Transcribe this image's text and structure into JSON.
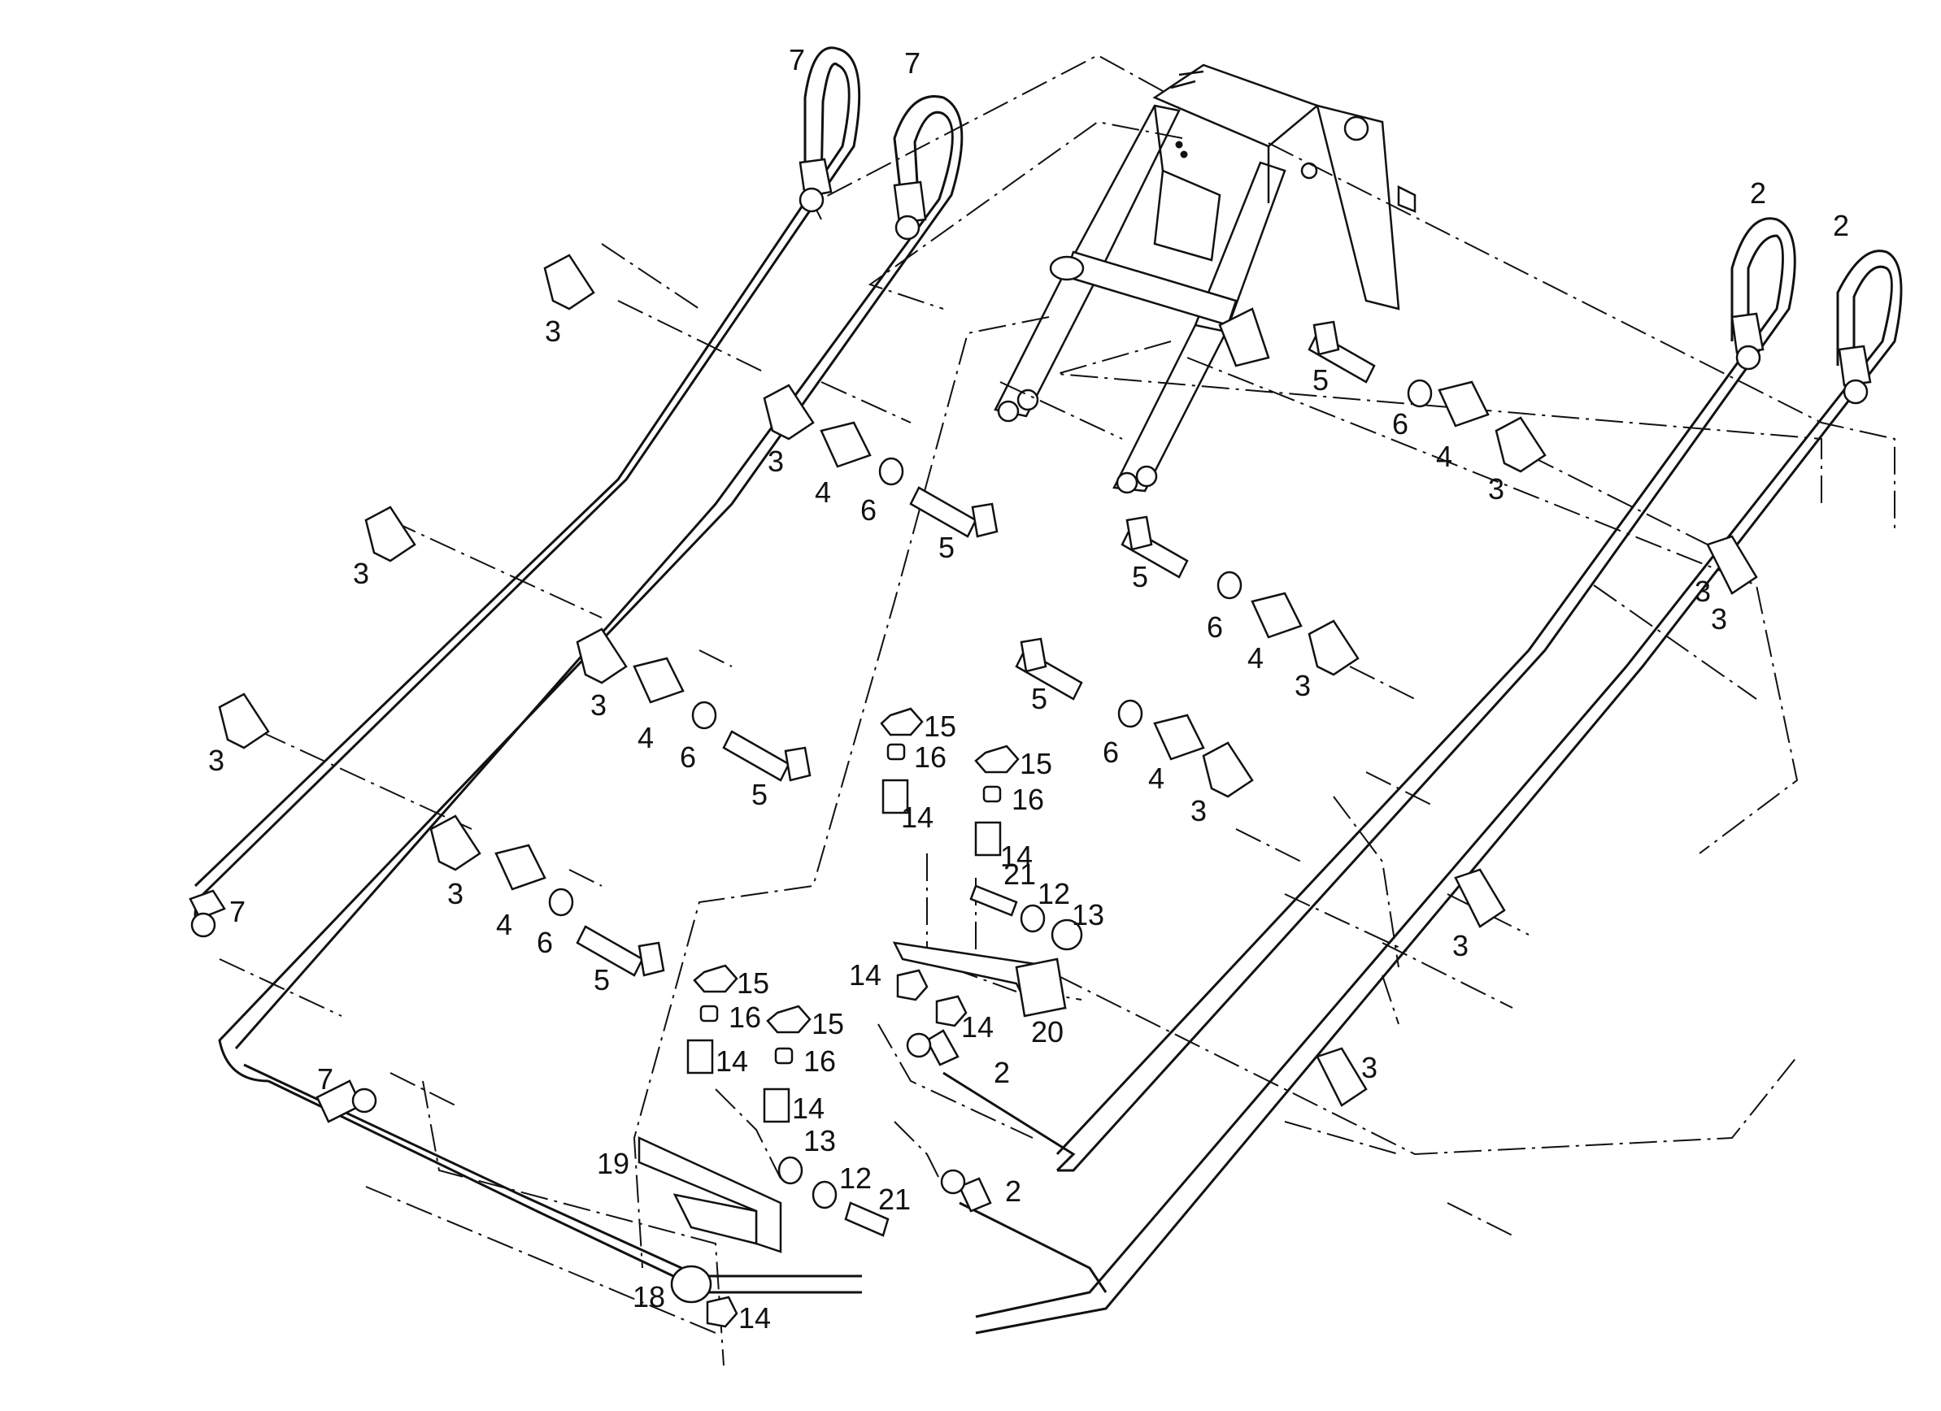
{
  "callouts": [
    {
      "id": "c-7a",
      "text": "7"
    },
    {
      "id": "c-7b",
      "text": "7"
    },
    {
      "id": "c-7c",
      "text": "7"
    },
    {
      "id": "c-7d",
      "text": "7"
    },
    {
      "id": "c-2a",
      "text": "2"
    },
    {
      "id": "c-2b",
      "text": "2"
    },
    {
      "id": "c-2c",
      "text": "2"
    },
    {
      "id": "c-2d",
      "text": "2"
    },
    {
      "id": "c-3a",
      "text": "3"
    },
    {
      "id": "c-3b",
      "text": "3"
    },
    {
      "id": "c-3c",
      "text": "3"
    },
    {
      "id": "c-3d",
      "text": "3"
    },
    {
      "id": "c-3e",
      "text": "3"
    },
    {
      "id": "c-3f",
      "text": "3"
    },
    {
      "id": "c-3g",
      "text": "3"
    },
    {
      "id": "c-3h",
      "text": "3"
    },
    {
      "id": "c-3i",
      "text": "3"
    },
    {
      "id": "c-3j",
      "text": "3"
    },
    {
      "id": "c-3k",
      "text": "3"
    },
    {
      "id": "c-3l",
      "text": "3"
    },
    {
      "id": "c-3m",
      "text": "3"
    },
    {
      "id": "c-4a",
      "text": "4"
    },
    {
      "id": "c-4b",
      "text": "4"
    },
    {
      "id": "c-4c",
      "text": "4"
    },
    {
      "id": "c-4d",
      "text": "4"
    },
    {
      "id": "c-4e",
      "text": "4"
    },
    {
      "id": "c-4f",
      "text": "4"
    },
    {
      "id": "c-6a",
      "text": "6"
    },
    {
      "id": "c-6b",
      "text": "6"
    },
    {
      "id": "c-6c",
      "text": "6"
    },
    {
      "id": "c-6d",
      "text": "6"
    },
    {
      "id": "c-6e",
      "text": "6"
    },
    {
      "id": "c-6f",
      "text": "6"
    },
    {
      "id": "c-5a",
      "text": "5"
    },
    {
      "id": "c-5b",
      "text": "5"
    },
    {
      "id": "c-5c",
      "text": "5"
    },
    {
      "id": "c-5d",
      "text": "5"
    },
    {
      "id": "c-5e",
      "text": "5"
    },
    {
      "id": "c-5f",
      "text": "5"
    },
    {
      "id": "c-15a",
      "text": "15"
    },
    {
      "id": "c-15b",
      "text": "15"
    },
    {
      "id": "c-15c",
      "text": "15"
    },
    {
      "id": "c-15d",
      "text": "15"
    },
    {
      "id": "c-16a",
      "text": "16"
    },
    {
      "id": "c-16b",
      "text": "16"
    },
    {
      "id": "c-16c",
      "text": "16"
    },
    {
      "id": "c-16d",
      "text": "16"
    },
    {
      "id": "c-14a",
      "text": "14"
    },
    {
      "id": "c-14b",
      "text": "14"
    },
    {
      "id": "c-14c",
      "text": "14"
    },
    {
      "id": "c-14d",
      "text": "14"
    },
    {
      "id": "c-14e",
      "text": "14"
    },
    {
      "id": "c-14f",
      "text": "14"
    },
    {
      "id": "c-14g",
      "text": "14"
    },
    {
      "id": "c-21a",
      "text": "21"
    },
    {
      "id": "c-21b",
      "text": "21"
    },
    {
      "id": "c-12a",
      "text": "12"
    },
    {
      "id": "c-12b",
      "text": "12"
    },
    {
      "id": "c-13a",
      "text": "13"
    },
    {
      "id": "c-13b",
      "text": "13"
    },
    {
      "id": "c-20",
      "text": "20"
    },
    {
      "id": "c-19",
      "text": "19"
    },
    {
      "id": "c-18",
      "text": "18"
    }
  ]
}
